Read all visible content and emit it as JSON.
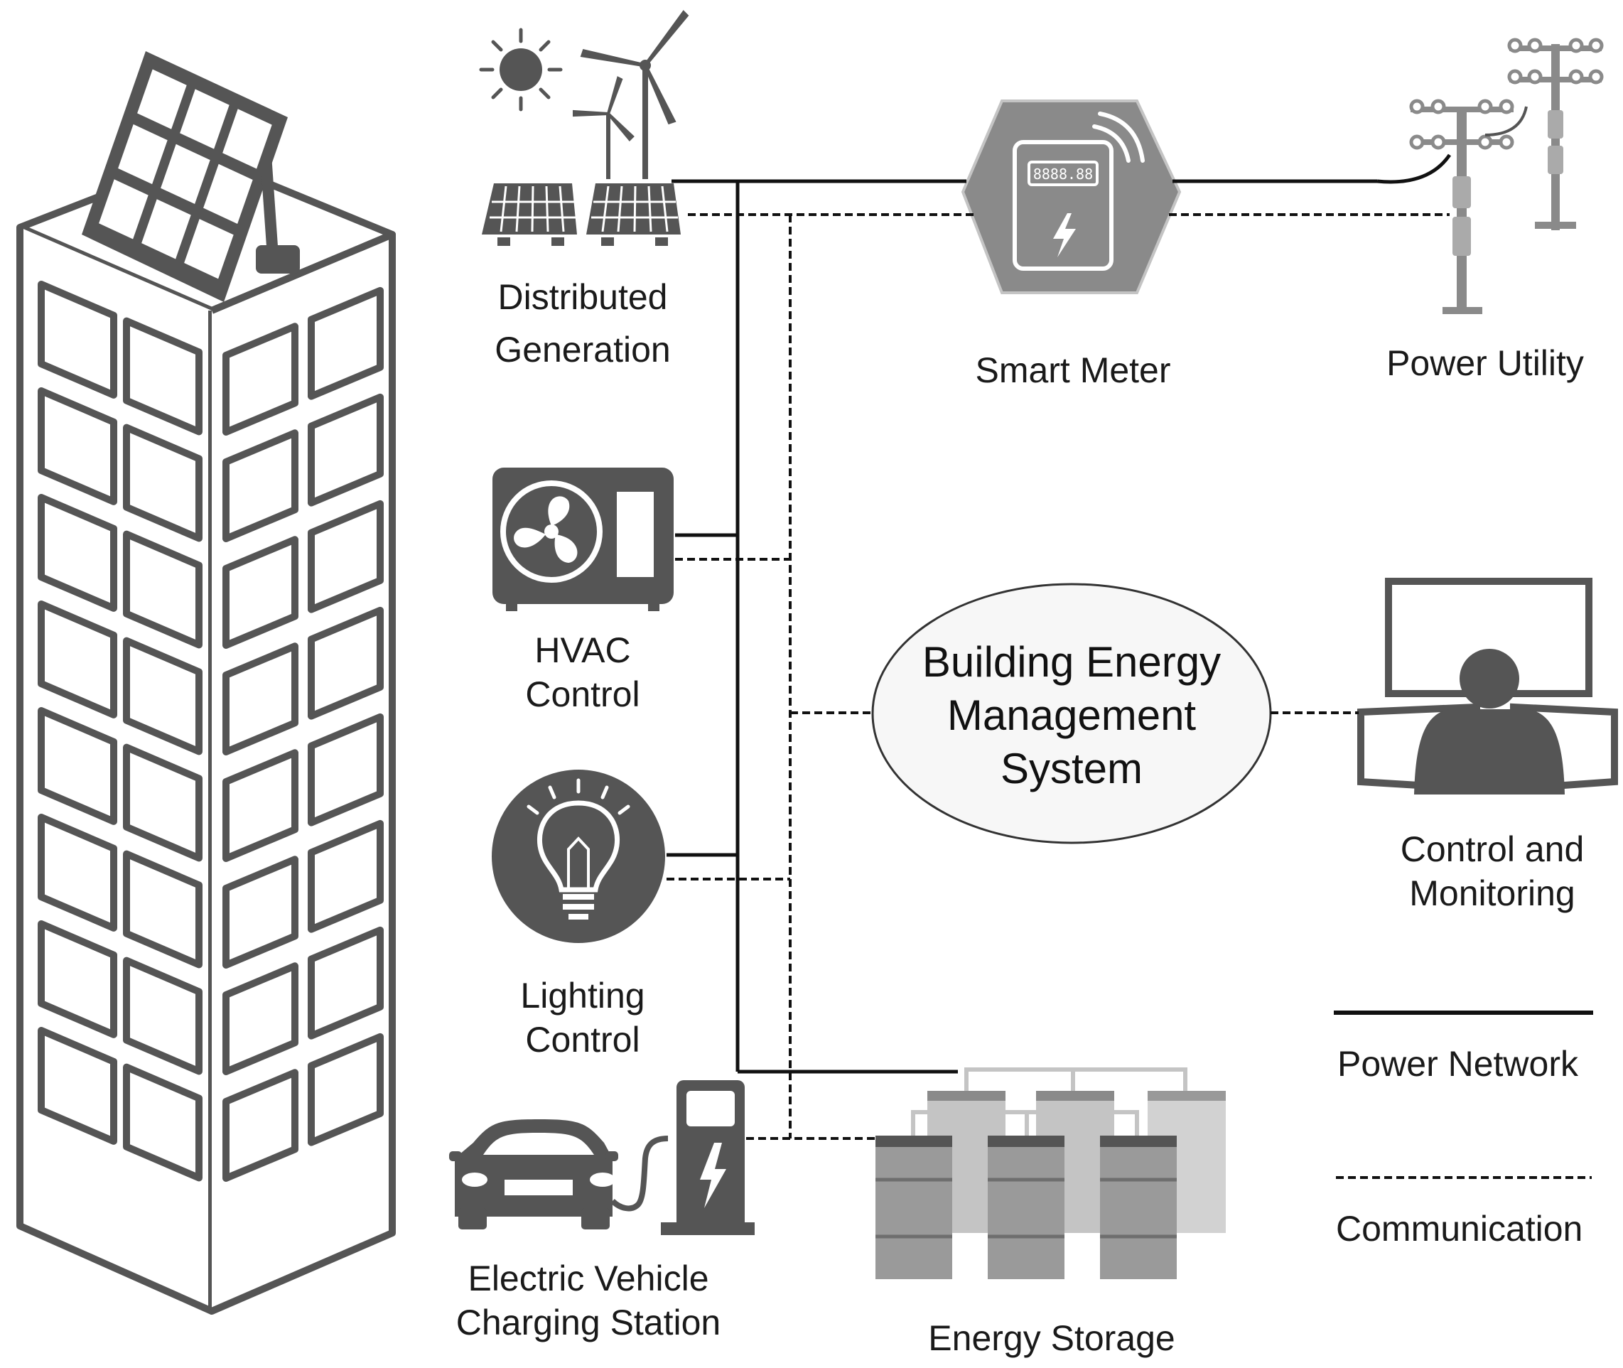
{
  "labels": {
    "distributed_generation": [
      "Distributed",
      "Generation"
    ],
    "smart_meter": "Smart Meter",
    "power_utility": "Power Utility",
    "hvac_control": [
      "HVAC",
      "Control"
    ],
    "bems": [
      "Building Energy",
      "Management",
      "System"
    ],
    "control_monitoring": [
      "Control and",
      "Monitoring"
    ],
    "lighting_control": [
      "Lighting",
      "Control"
    ],
    "ev_charging": [
      "Electric Vehicle",
      "Charging Station"
    ],
    "energy_storage": "Energy Storage"
  },
  "legend": {
    "power_network": "Power Network",
    "communication": "Communication"
  },
  "icons": [
    "building-icon",
    "solar-panel-icon",
    "sun-icon",
    "wind-turbine-icon",
    "smart-meter-icon",
    "power-pole-icon",
    "hvac-unit-icon",
    "lightbulb-icon",
    "operator-monitor-icon",
    "ev-car-icon",
    "charging-station-icon",
    "battery-rack-icon"
  ],
  "colors": {
    "icon_dark": "#555555",
    "icon_mid": "#8a8a8a",
    "icon_light": "#c4c4c4",
    "line": "#111111"
  }
}
